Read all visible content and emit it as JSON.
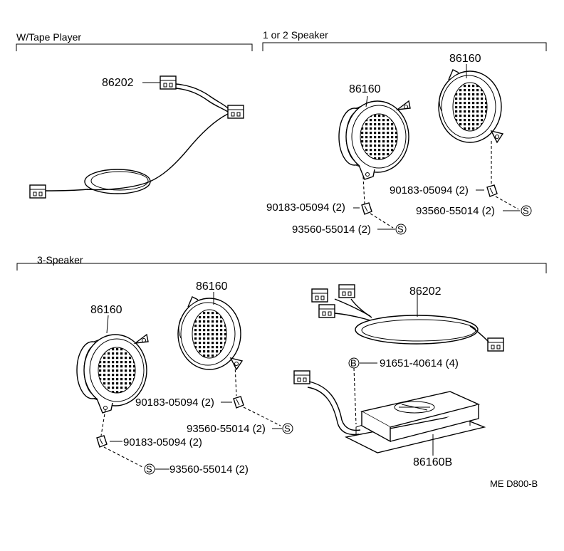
{
  "sections": {
    "tape": {
      "title": "W/Tape Player"
    },
    "one_two": {
      "title": "1 or 2 Speaker"
    },
    "three": {
      "title": "3-Speaker"
    }
  },
  "parts": {
    "harness_tape": "86202",
    "speaker_a": "86160",
    "speaker_b": "86160",
    "nut_a": "90183-05094 (2)",
    "nut_b": "90183-05094 (2)",
    "screw_a": "93560-55014 (2)",
    "screw_b": "93560-55014 (2)",
    "speaker_c": "86160",
    "speaker_d": "86160",
    "nut_c": "90183-05094 (2)",
    "nut_d": "90183-05094 (2)",
    "screw_c": "93560-55014 (2)",
    "screw_d": "93560-55014 (2)",
    "harness_three": "86202",
    "bolt": "91651-40614 (4)",
    "amplifier": "86160B"
  },
  "symbols": {
    "screw": "S",
    "bolt": "B"
  },
  "reference": "ME D800-B"
}
